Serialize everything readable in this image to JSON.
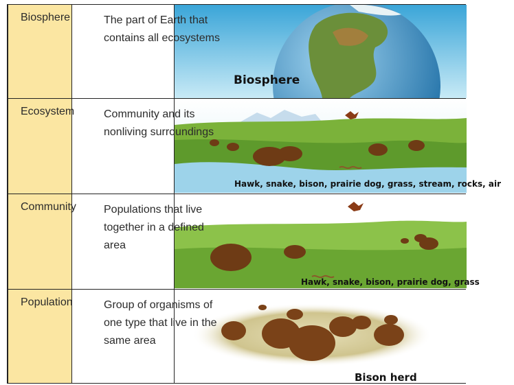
{
  "rows": [
    {
      "term": "Biosphere",
      "definition": "The part of Earth that contains all ecosystems",
      "caption": "Biosphere"
    },
    {
      "term": "Ecosystem",
      "definition": "Community and its nonliving surroundings",
      "caption": "Hawk, snake, bison, prairie dog, grass, stream, rocks, air"
    },
    {
      "term": "Community",
      "definition": "Populations that live together in a defined area",
      "caption": "Hawk, snake, bison, prairie dog, grass"
    },
    {
      "term": "Population",
      "definition": "Group of organisms of one type that live in the same area",
      "caption": "Bison herd"
    }
  ],
  "colors": {
    "term_column": "#fbe6a2",
    "sky": "#7ec9e6",
    "grass": "#7bb23a",
    "bison": "#7a4218"
  }
}
